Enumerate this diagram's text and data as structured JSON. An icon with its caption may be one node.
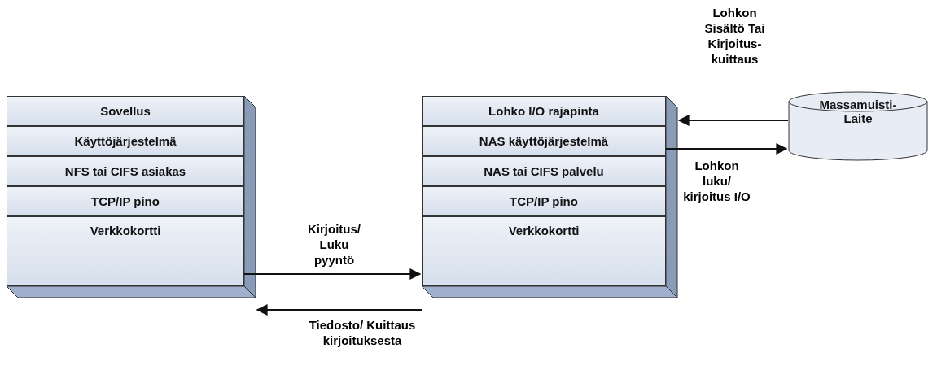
{
  "diagram": {
    "nodes": [
      {
        "text": [
          "Sovellus"
        ]
      },
      {
        "text": [
          "Käyttöjärjestelmä"
        ]
      },
      {
        "text": [
          "NFS tai CIFS asiakas"
        ]
      },
      {
        "text": [
          "TCP/IP pino"
        ]
      },
      {
        "text": [
          "Verkkokortti"
        ]
      },
      {
        "text": [
          "Lohko I/O rajapinta"
        ]
      },
      {
        "text": [
          "NAS käyttöjärjestelmä"
        ]
      },
      {
        "text": [
          "NAS tai CIFS palvelu"
        ]
      },
      {
        "text": [
          "TCP/IP pino"
        ]
      },
      {
        "text": [
          "Verkkokortti"
        ]
      },
      {
        "text": [
          "Massamuisti- Laite"
        ]
      }
    ],
    "edges": [
      {
        "from": 4,
        "to": 9,
        "arrow": "to",
        "label": "Kirjoitus/ Luku pyyntö"
      },
      {
        "from": 9,
        "to": 4,
        "arrow": "to",
        "label": "Tiedosto/ Kuittaus kirjoituksesta"
      },
      {
        "from": 10,
        "to": 5,
        "arrow": "to",
        "label": "Lohkon Sisältö Tai Kirjoitus- kuittaus"
      },
      {
        "from": 6,
        "to": 10,
        "arrow": "to",
        "label": "Lohkon luku/ kirjoitus I/O"
      }
    ]
  }
}
